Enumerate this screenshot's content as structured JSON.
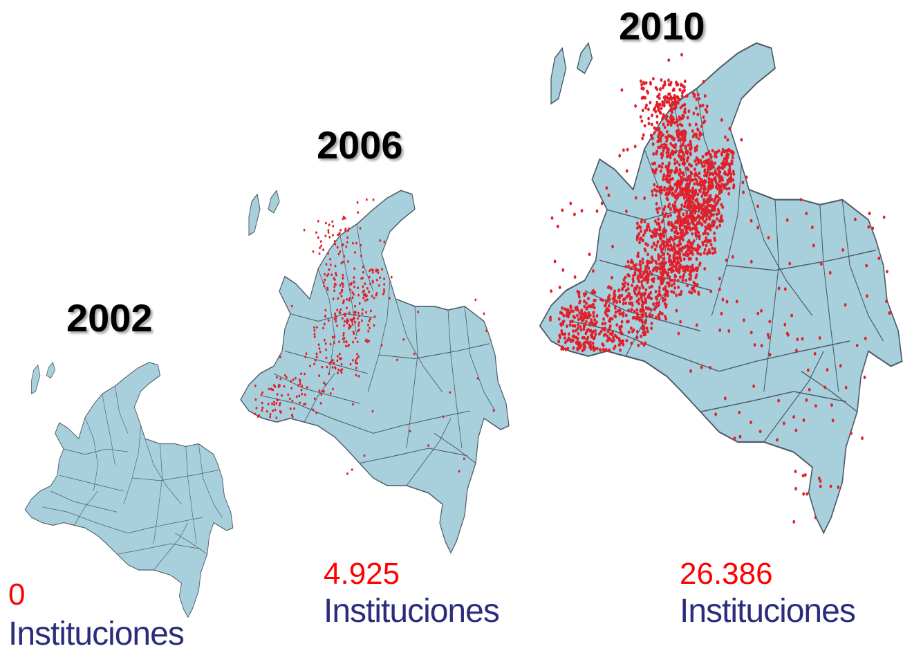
{
  "colors": {
    "land": "#a8cfdc",
    "border": "#4f5a66",
    "dots": "#e0202a",
    "count_text": "#ff0000",
    "label_text": "#2b2d7c"
  },
  "maps": [
    {
      "year": "2002",
      "count": "0",
      "label": "Instituciones",
      "institutions": 0
    },
    {
      "year": "2006",
      "count": "4.925",
      "label": "Instituciones",
      "institutions": 4925
    },
    {
      "year": "2010",
      "count": "26.386",
      "label": "Instituciones",
      "institutions": 26386
    }
  ]
}
